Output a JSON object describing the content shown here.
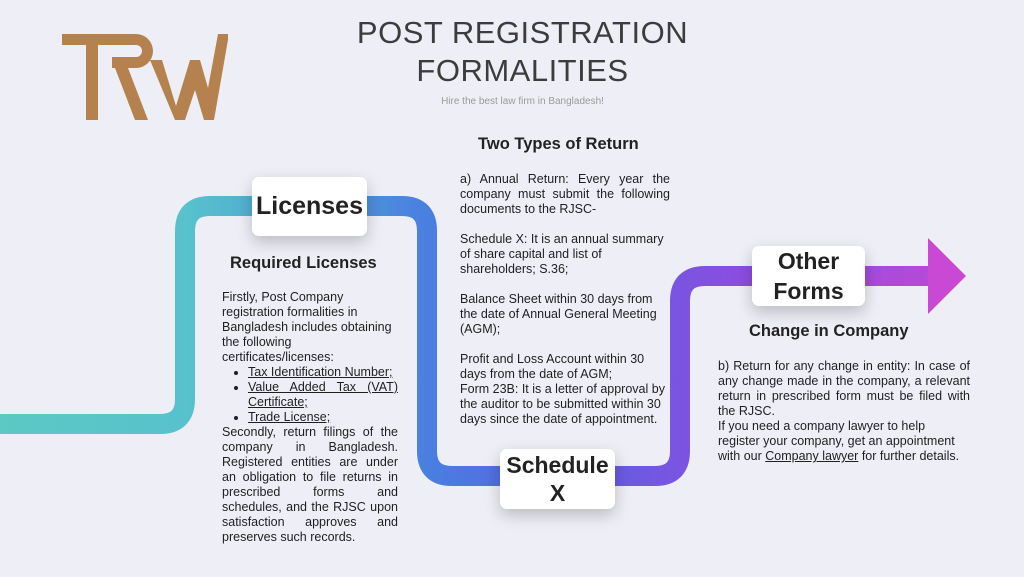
{
  "header": {
    "title_line1": "POST REGISTRATION",
    "title_line2": "FORMALITIES",
    "tagline": "Hire the best law firm in Bangladesh!"
  },
  "colors": {
    "logo": "#b5814f",
    "path_start": "#5cc9c4",
    "path_mid": "#4d6fe0",
    "path_end": "#c34ad6"
  },
  "cards": {
    "licenses": "Licenses",
    "other_forms_line1": "Other",
    "other_forms_line2": "Forms",
    "schedule_x_line1": "Schedule",
    "schedule_x_line2": "X"
  },
  "licenses_section": {
    "heading": "Required Licenses",
    "intro": "Firstly, Post Company registration formalities in Bangladesh includes obtaining the following certificates/licenses:",
    "items": [
      "Tax Identification Number;",
      "Value Added Tax (VAT) Certificate;",
      "Trade License;"
    ],
    "outro": "Secondly, return filings of the company in Bangladesh. Registered entities are under an obligation to file returns in prescribed forms and schedules, and the RJSC upon satisfaction approves and preserves such records."
  },
  "returns_section": {
    "heading": "Two Types of Return",
    "p1": "a) Annual Return: Every year the company must submit the following documents to the RJSC-",
    "p2": "Schedule X: It is an annual summary of share capital and list of shareholders; S.36;",
    "p3": "Balance Sheet within 30 days from the date of Annual General Meeting (AGM);",
    "p4": "Profit and Loss Account within 30 days from the date of AGM;",
    "p5": "Form 23B: It is a letter of approval by the auditor to be submitted within 30 days since the date of appointment."
  },
  "change_section": {
    "heading": "Change in Company",
    "p1": "b) Return for any change in entity: In case of any change made in the company, a relevant return in prescribed form must be filed with the RJSC.",
    "p2_prefix": "If you need a company lawyer to help register your company, get an appointment with our ",
    "p2_link": "Company lawyer",
    "p2_suffix": " for further details."
  }
}
